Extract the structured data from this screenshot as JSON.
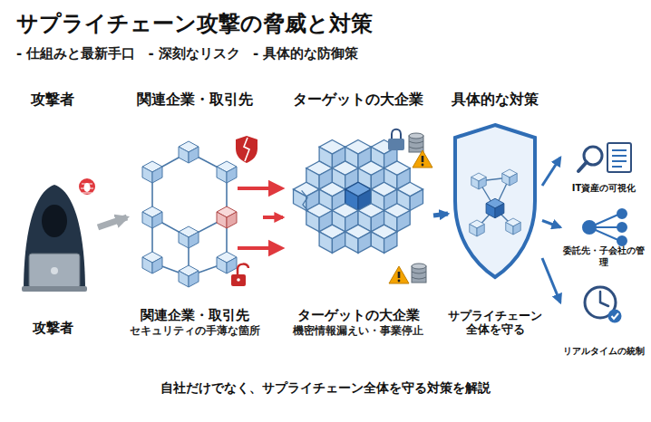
{
  "diagram": {
    "title": "サプライチェーン攻撃の脅威と対策",
    "caption": "自社だけでなく、サプライチェーン全体を守る対策を解説",
    "nodes": [
      {
        "text": [
          "攻撃者",
          "攻撃者"
        ]
      },
      {
        "text": [
          "関連企業・取引先",
          "関連企業・取引先",
          "セキュリティの手薄な箇所"
        ]
      },
      {
        "text": [
          "ターゲットの大企業",
          "ターゲットの大企業",
          "機密情報漏えい・事業停止"
        ]
      },
      {
        "text": [
          "具体的な対策",
          "サプライチェーン 全体を守る"
        ]
      },
      {
        "text": [
          "IT資産の可視化"
        ]
      },
      {
        "text": [
          "委託先・子会社の管理"
        ]
      },
      {
        "text": [
          "リアルタイムの統制"
        ]
      }
    ],
    "edges": [
      {
        "from": 0,
        "to": 1,
        "arrow": "to"
      },
      {
        "from": 1,
        "to": 2,
        "arrow": "to"
      },
      {
        "from": 2,
        "to": 3,
        "arrow": "to"
      },
      {
        "from": 3,
        "to": 4,
        "arrow": "to"
      },
      {
        "from": 3,
        "to": 5,
        "arrow": "to"
      },
      {
        "from": 3,
        "to": 6,
        "arrow": "to"
      }
    ],
    "labels": [
      "- 仕組みと最新手口",
      "- 深刻なリスク",
      "- 具体的な防御策"
    ]
  }
}
